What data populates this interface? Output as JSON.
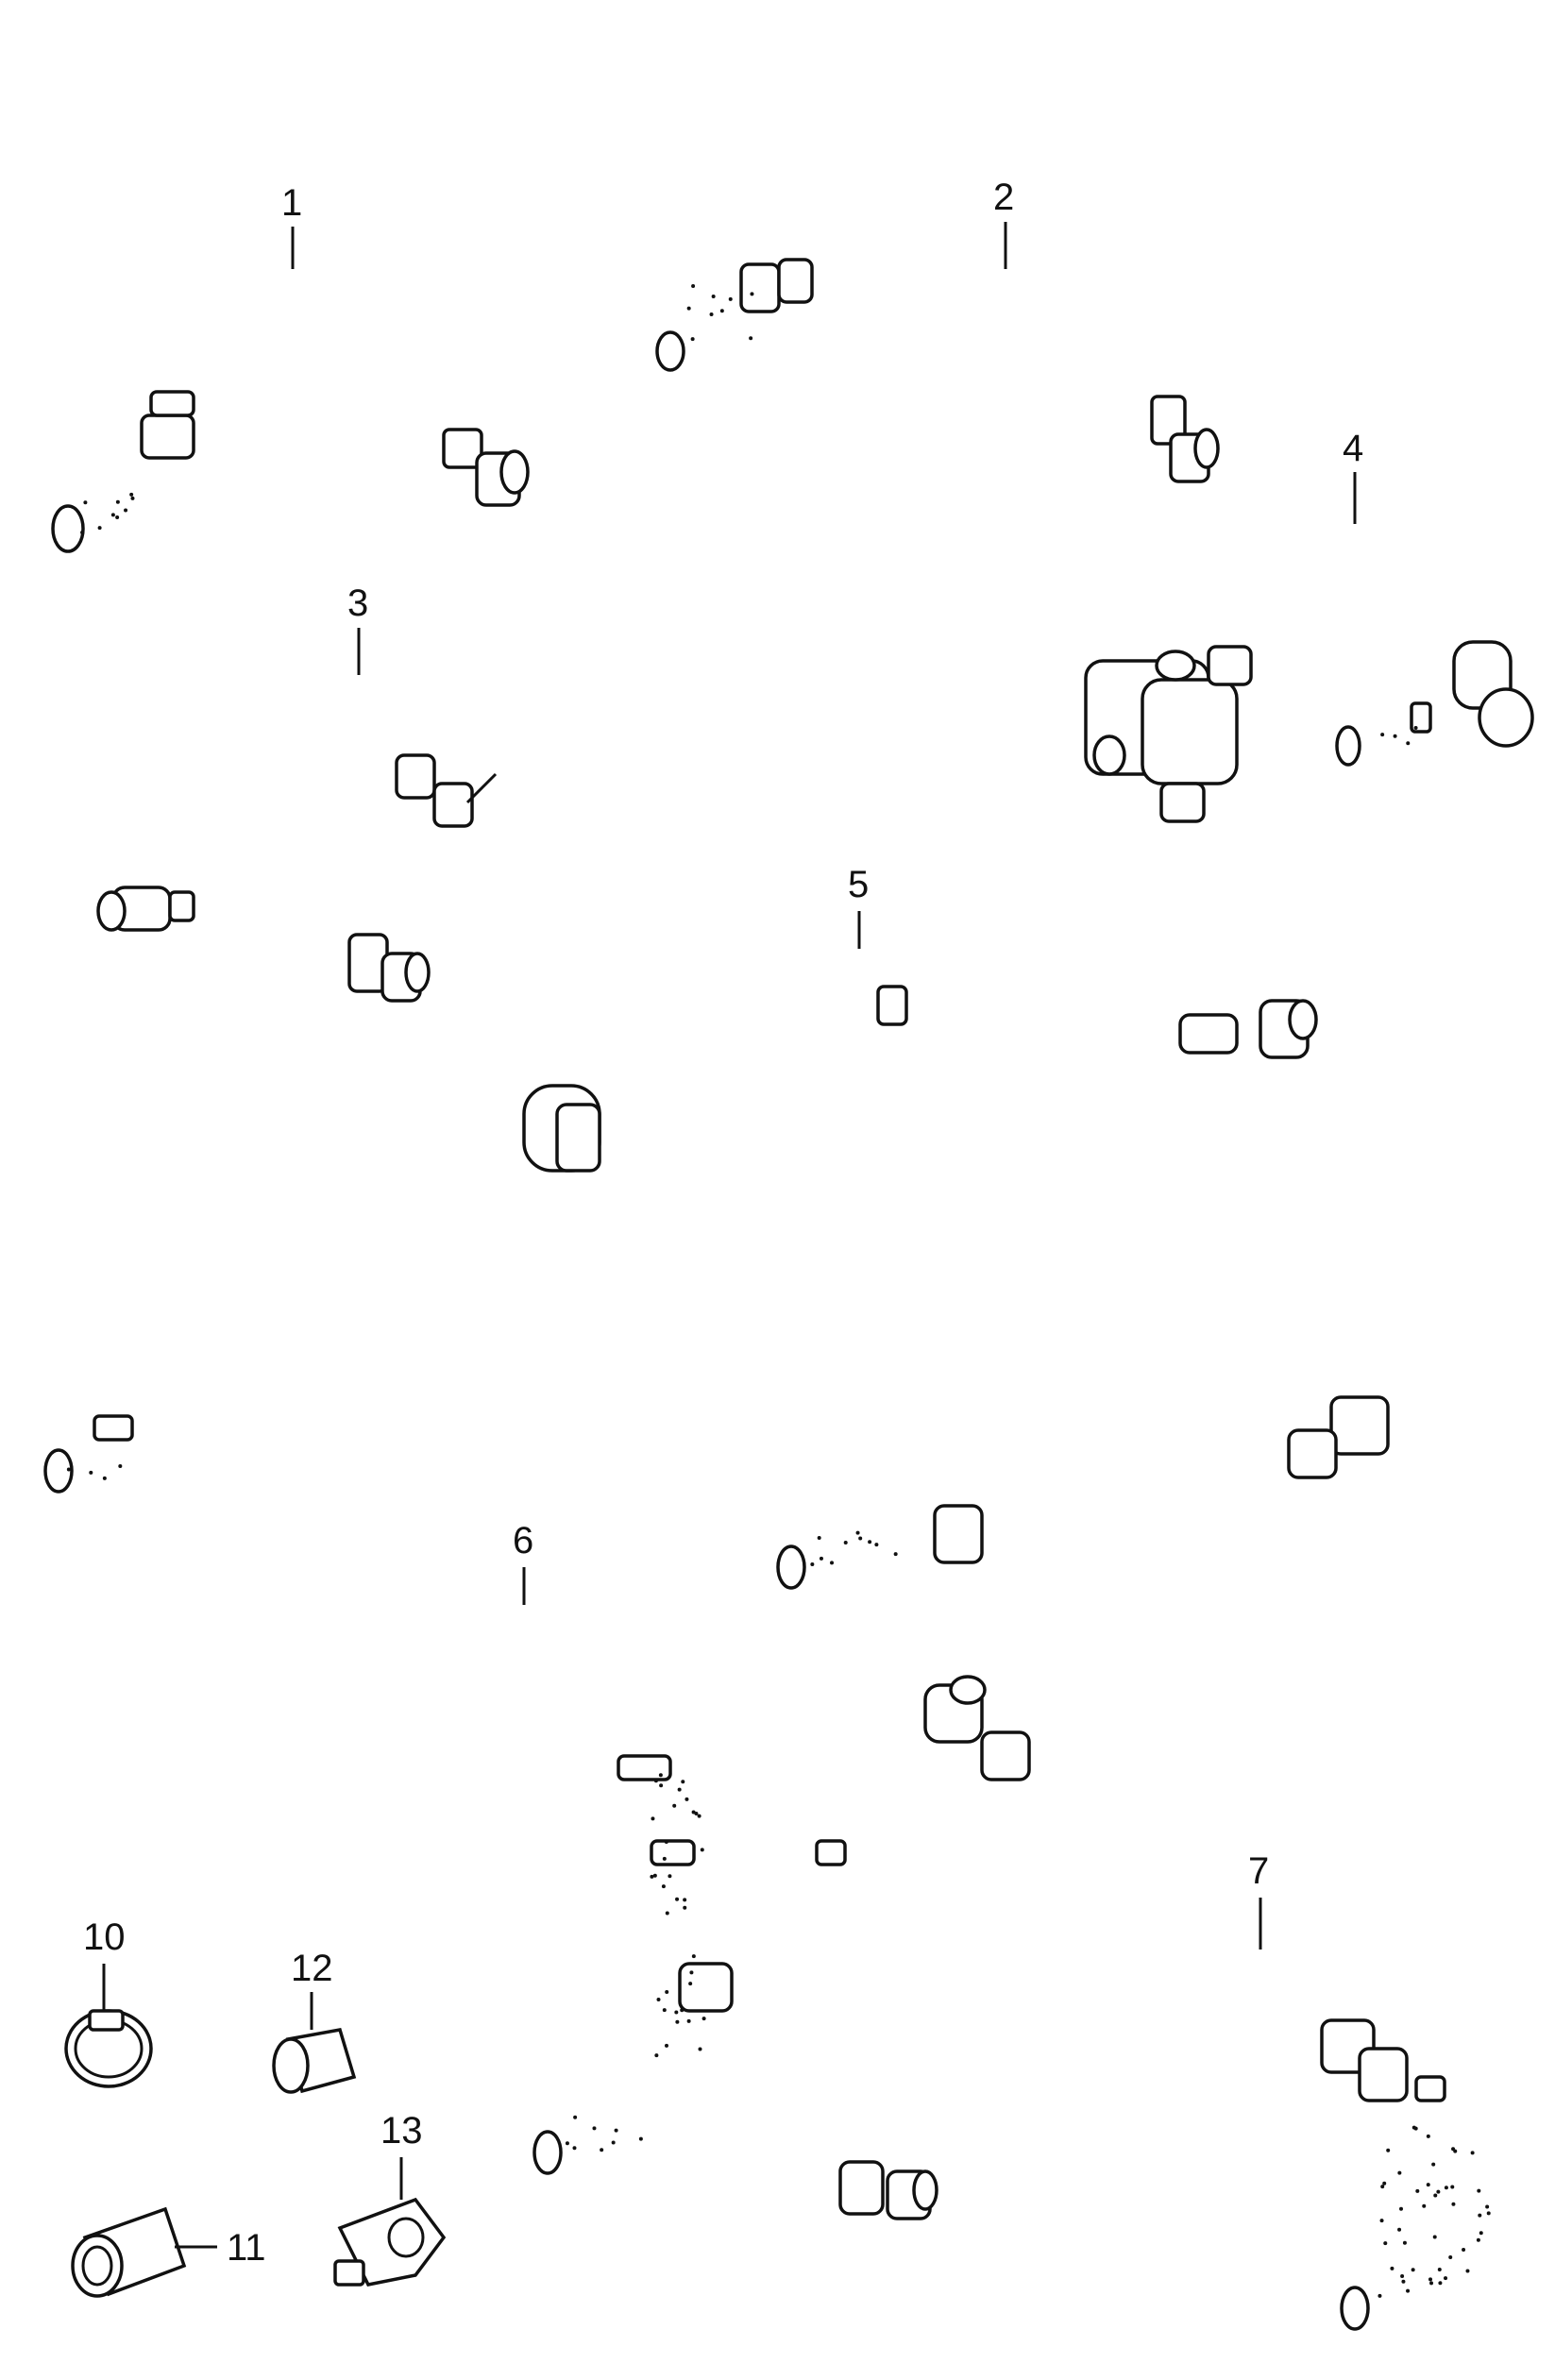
{
  "diagram": {
    "callouts": [
      {
        "id": "1",
        "text": "1"
      },
      {
        "id": "2",
        "text": "2"
      },
      {
        "id": "3",
        "text": "3"
      },
      {
        "id": "4",
        "text": "4"
      },
      {
        "id": "5",
        "text": "5"
      },
      {
        "id": "6",
        "text": "6"
      },
      {
        "id": "7",
        "text": "7"
      },
      {
        "id": "10",
        "text": "10"
      },
      {
        "id": "11",
        "text": "11"
      },
      {
        "id": "12",
        "text": "12"
      },
      {
        "id": "13",
        "text": "13"
      }
    ]
  },
  "colors": {
    "line": "#111111",
    "background": "#ffffff"
  }
}
